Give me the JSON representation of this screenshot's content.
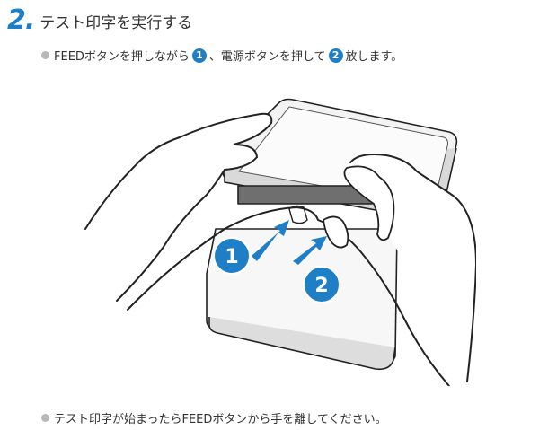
{
  "step": {
    "number": "2.",
    "title": "テスト印字を実行する"
  },
  "instruction": {
    "part1": "FEEDボタンを押しながら",
    "badge1": "1",
    "part2": "、電源ボタンを押して",
    "badge2": "2",
    "part3": "放します。"
  },
  "illustration": {
    "callout1": "1",
    "callout2": "2"
  },
  "note": {
    "text": "テスト印字が始まったらFEEDボタンから手を離してください。"
  },
  "colors": {
    "accent": "#1e7fc6",
    "bullet": "#b8b8b8",
    "text": "#333333"
  }
}
